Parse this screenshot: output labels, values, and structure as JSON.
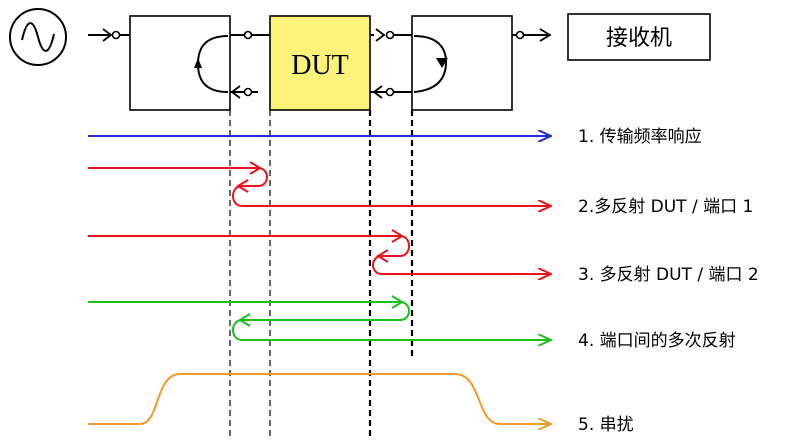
{
  "blocks": {
    "dut_label": "DUT",
    "receiver_label": "接收机"
  },
  "legend": [
    {
      "label": "1. 传输频率响应",
      "color": "#1f2fd6"
    },
    {
      "label": "2.多反射 DUT / 端口 1",
      "color": "#e8141b"
    },
    {
      "label": "3. 多反射 DUT / 端口 2",
      "color": "#e8141b"
    },
    {
      "label": "4. 端口间的多次反射",
      "color": "#19c21a"
    },
    {
      "label": "5. 串扰",
      "color": "#f39a2c"
    }
  ],
  "icons": {
    "source": "sine-source-icon"
  },
  "colors": {
    "dut_fill": "#fbf27a",
    "line": "#000000"
  }
}
